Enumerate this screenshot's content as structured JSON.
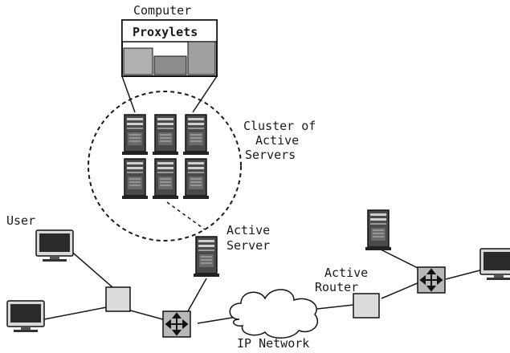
{
  "labels": {
    "computer": "Computer",
    "proxylets": "Proxylets",
    "cluster_line1": "Cluster of",
    "cluster_line2": "Active",
    "cluster_line3": "Servers",
    "user": "User",
    "active_server_line1": "Active",
    "active_server_line2": "Server",
    "active_router_line1": "Active",
    "active_router_line2": "Router",
    "ip_network": "IP Network"
  },
  "icons": {
    "server": "server-tower-icon",
    "monitor": "monitor-icon",
    "router": "router-icon",
    "hub": "hub-icon",
    "cloud": "cloud-icon"
  },
  "colors": {
    "ink": "#1a1a1a",
    "server_body": "#4a4a4a",
    "router_fill": "#b8b8b8",
    "hub_fill": "#dcdcdc",
    "screen_fill": "#2a2a2a"
  }
}
